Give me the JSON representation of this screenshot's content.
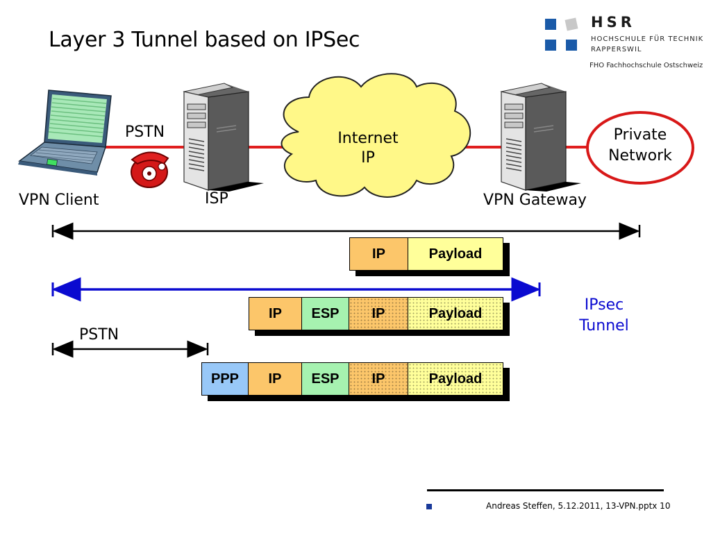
{
  "slide": {
    "title": "Layer 3 Tunnel based on IPSec"
  },
  "logo": {
    "name": "HSR",
    "line1": "HOCHSCHULE FÜR TECHNIK",
    "line2": "RAPPERSWIL",
    "line3": "FHO Fachhochschule Ostschweiz"
  },
  "network": {
    "vpn_client": "VPN Client",
    "pstn": "PSTN",
    "isp": "ISP",
    "internet_line1": "Internet",
    "internet_line2": "IP",
    "vpn_gateway": "VPN Gateway",
    "private_line1": "Private",
    "private_line2": "Network"
  },
  "packets": {
    "row1": [
      {
        "label": "IP",
        "color": "#fcc66a",
        "dotted": false
      },
      {
        "label": "Payload",
        "color": "#ffff9a",
        "dotted": false
      }
    ],
    "row2": [
      {
        "label": "IP",
        "color": "#fcc66a",
        "dotted": false
      },
      {
        "label": "ESP",
        "color": "#a6f2b0",
        "dotted": false
      },
      {
        "label": "IP",
        "color": "#fcc66a",
        "dotted": true
      },
      {
        "label": "Payload",
        "color": "#ffff9a",
        "dotted": true
      }
    ],
    "row3": [
      {
        "label": "PPP",
        "color": "#98c8f8",
        "dotted": false
      },
      {
        "label": "IP",
        "color": "#fcc66a",
        "dotted": false
      },
      {
        "label": "ESP",
        "color": "#a6f2b0",
        "dotted": false
      },
      {
        "label": "IP",
        "color": "#fcc66a",
        "dotted": true
      },
      {
        "label": "Payload",
        "color": "#ffff9a",
        "dotted": true
      }
    ]
  },
  "spans": {
    "ipsec_line1": "IPsec",
    "ipsec_line2": "Tunnel",
    "pstn": "PSTN"
  },
  "colors": {
    "link_red": "#e01e1e",
    "tunnel_blue": "#0a0ad0",
    "logo_blue": "#1a5aa8",
    "logo_gray": "#c8c8c8"
  },
  "footer": {
    "text": "Andreas Steffen, 5.12.2011, 13-VPN.pptx 10"
  }
}
